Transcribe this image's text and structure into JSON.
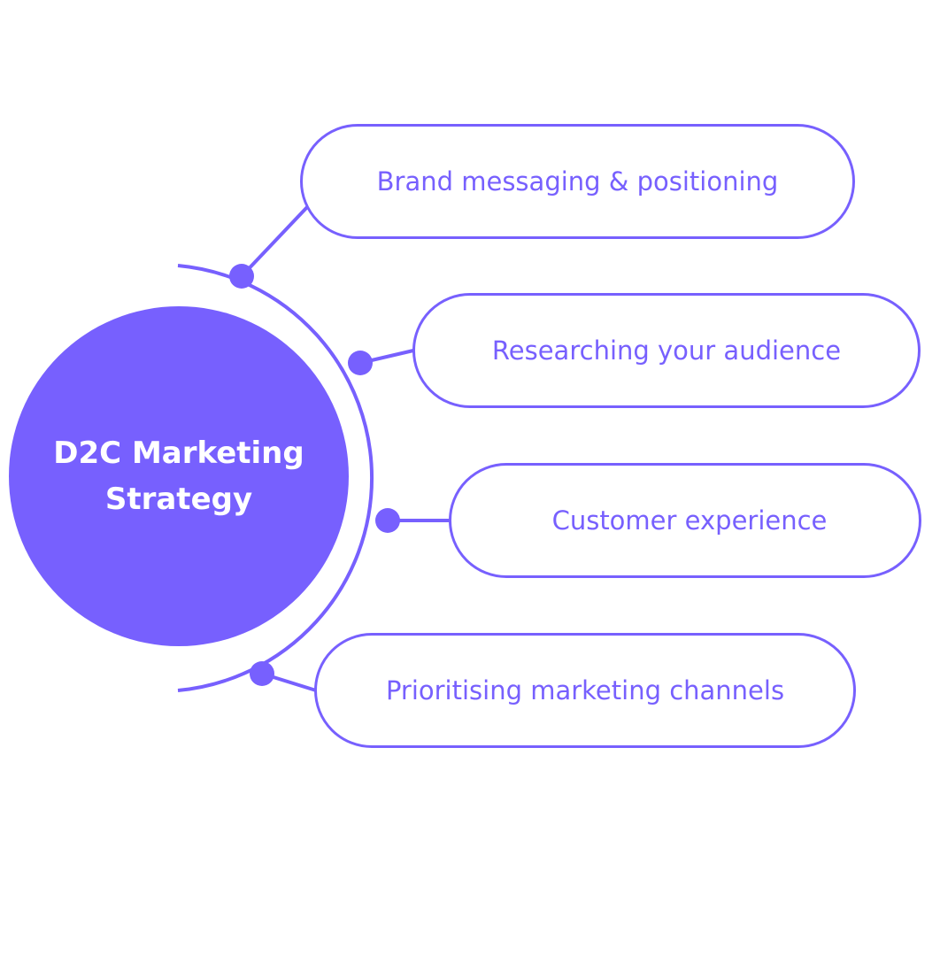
{
  "center": {
    "title": "D2C Marketing Strategy"
  },
  "branches": [
    {
      "label": "Brand messaging & positioning"
    },
    {
      "label": "Researching your audience"
    },
    {
      "label": "Customer experience"
    },
    {
      "label": "Prioritising marketing channels"
    }
  ],
  "colors": {
    "accent": "#7760fe",
    "background": "#ffffff",
    "center_text": "#ffffff"
  }
}
